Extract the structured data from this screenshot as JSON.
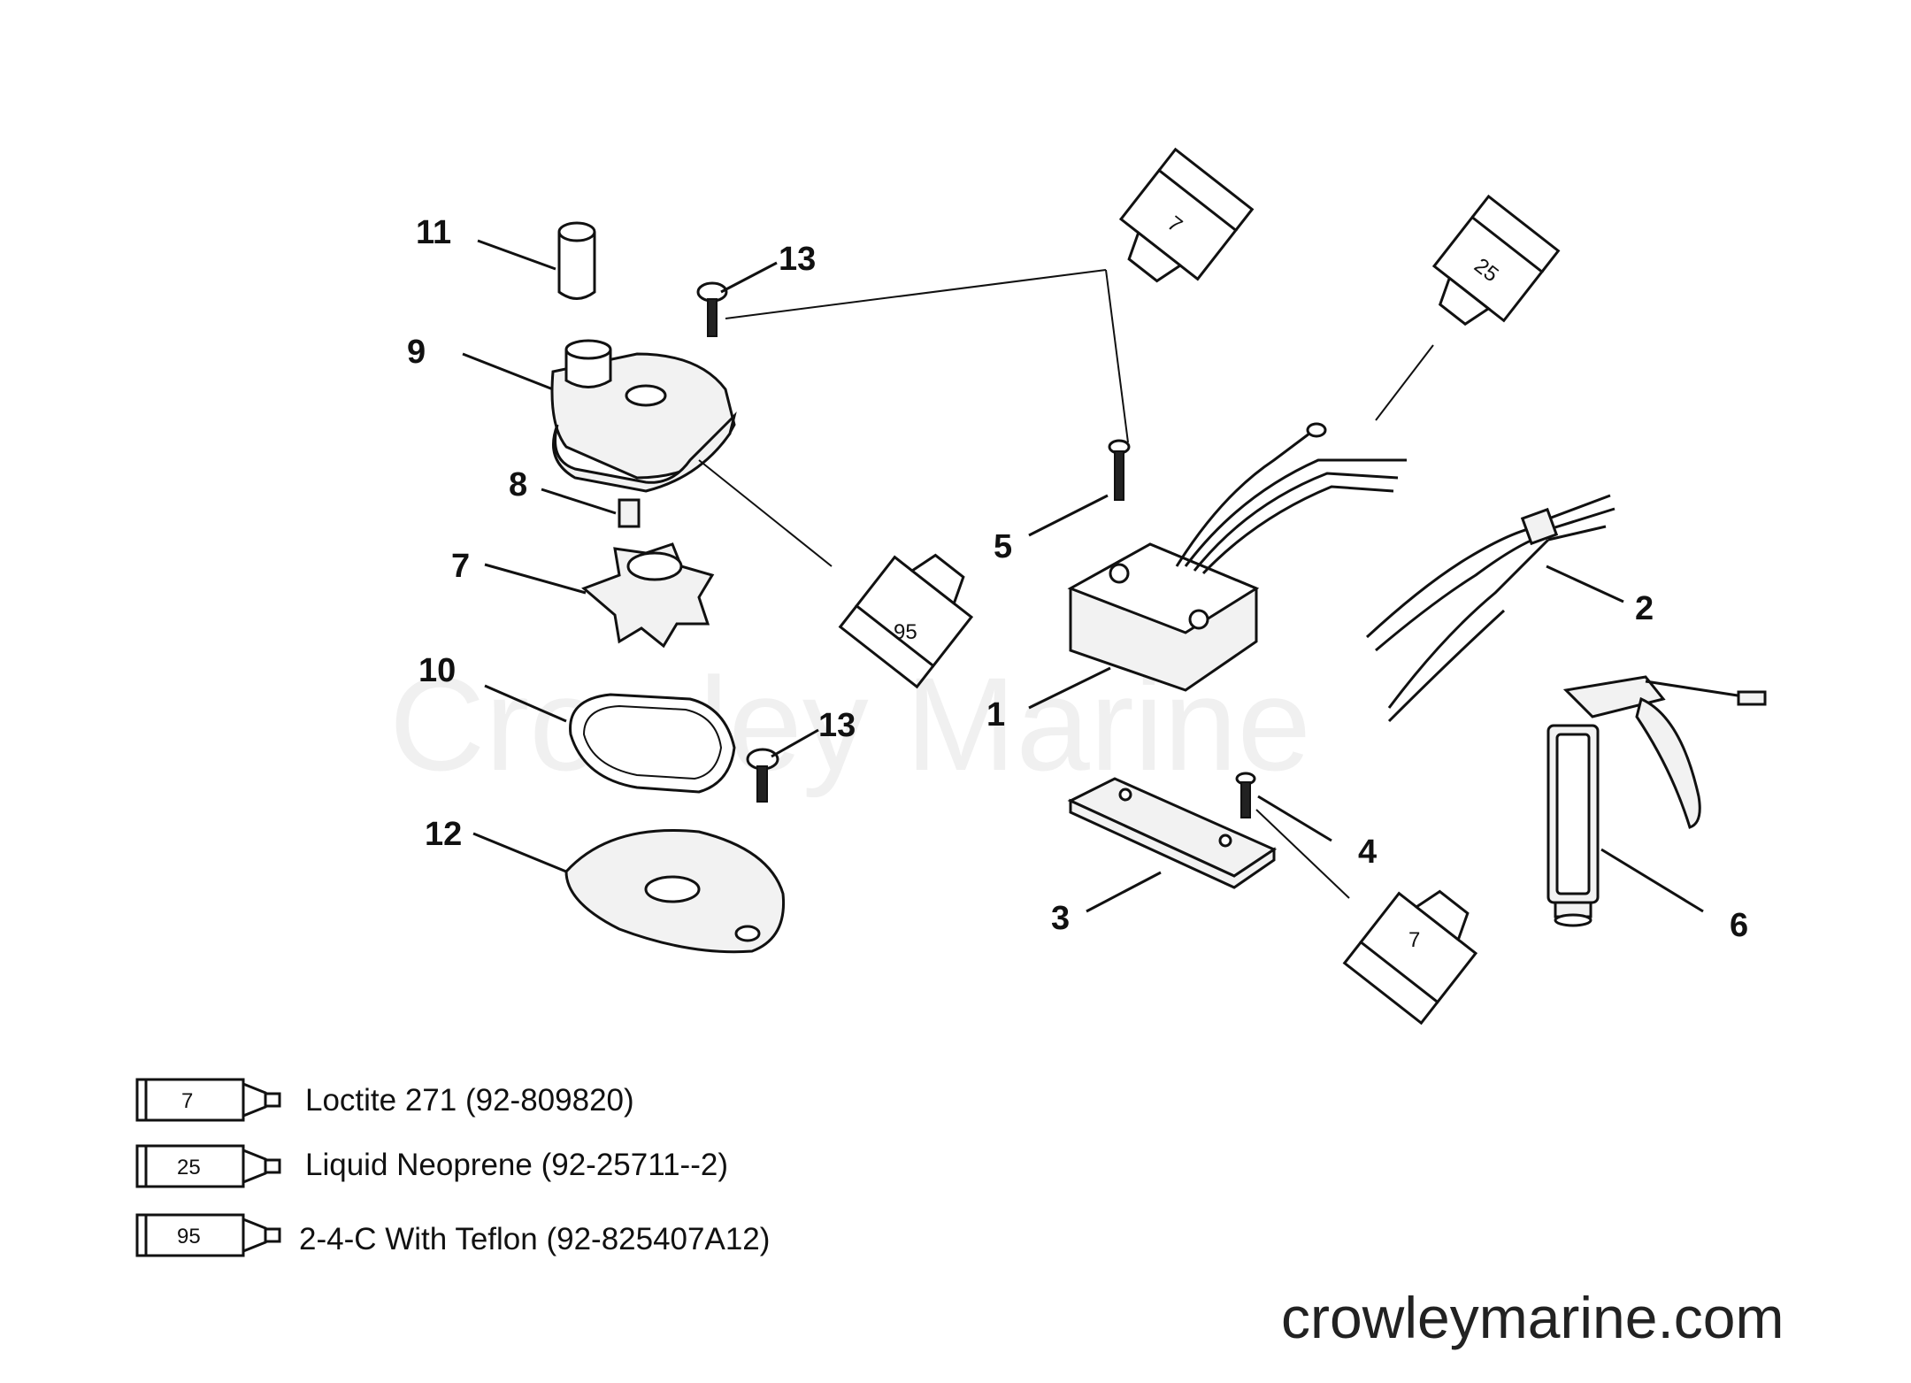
{
  "watermark": "Crowley Marine",
  "site": "crowleymarine.com",
  "callouts": [
    "1",
    "2",
    "3",
    "4",
    "5",
    "6",
    "7",
    "8",
    "9",
    "10",
    "11",
    "12",
    "13",
    "13"
  ],
  "tubes": {
    "t7a": "7",
    "t25": "25",
    "t95": "95",
    "t7b": "7"
  },
  "legend": [
    {
      "tube": "7",
      "text": "Loctite 271 (92-809820)"
    },
    {
      "tube": "25",
      "text": "Liquid Neoprene (92-25711--2)"
    },
    {
      "tube": "95",
      "text": "2-4-C  With Teflon (92-825407A12)"
    }
  ]
}
